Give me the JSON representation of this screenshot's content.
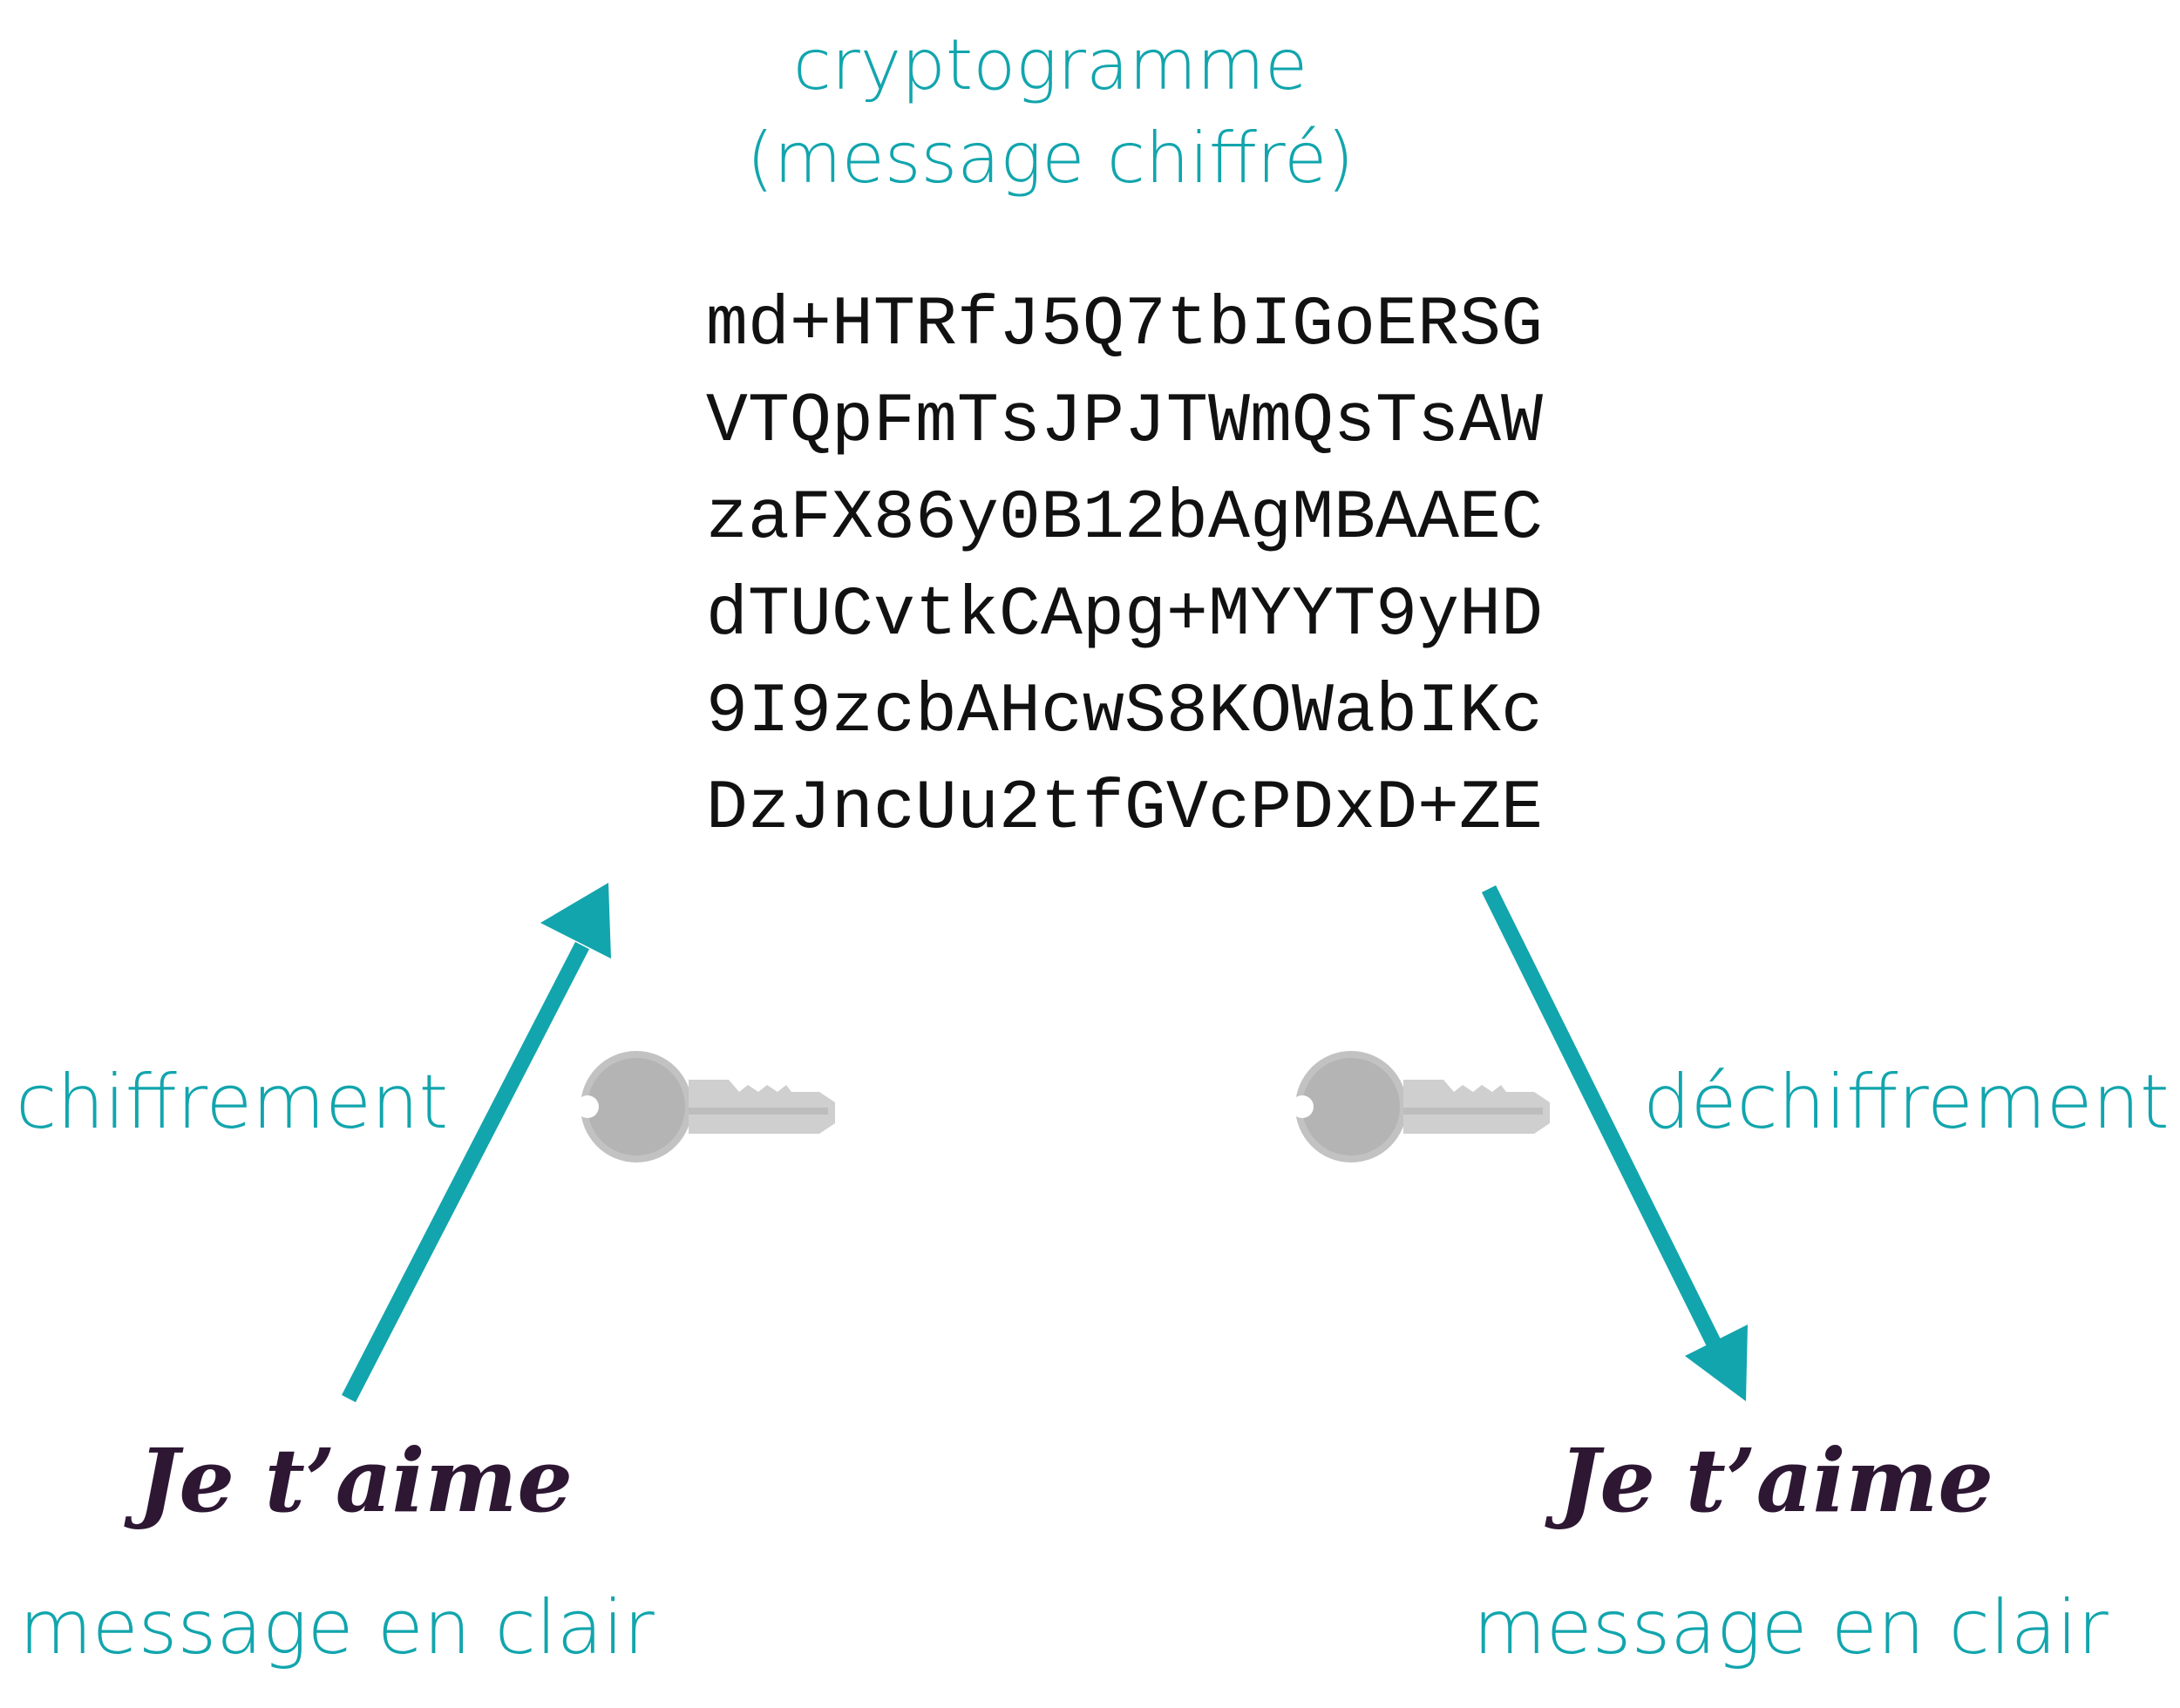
{
  "title": {
    "line1": "cryptogramme",
    "line2": "(message chiffré)"
  },
  "ciphertext": [
    "md+HTRfJ5Q7tbIGoERSG",
    "VTQpFmTsJPJTWmQsTsAW",
    "zaFX86y0B12bAgMBAAEC",
    "dTUCvtkCApg+MYYT9yHD",
    "9I9zcbAHcwS8KOWabIKc",
    "DzJncUu2tfGVcPDxD+ZE"
  ],
  "labels": {
    "encrypt": "chiffrement",
    "decrypt": "déchiffrement"
  },
  "plaintext_left": {
    "text": "Je t’aime",
    "caption": "message en clair"
  },
  "plaintext_right": {
    "text": "Je t’aime",
    "caption": "message en clair"
  },
  "icons": {
    "left_key": "key-icon",
    "right_key": "key-icon",
    "left_arrow": "arrow-up-right",
    "right_arrow": "arrow-down-right"
  },
  "colors": {
    "accent": "#12a5ad",
    "plaintext": "#2d1733",
    "key": "#c2c2c2"
  }
}
